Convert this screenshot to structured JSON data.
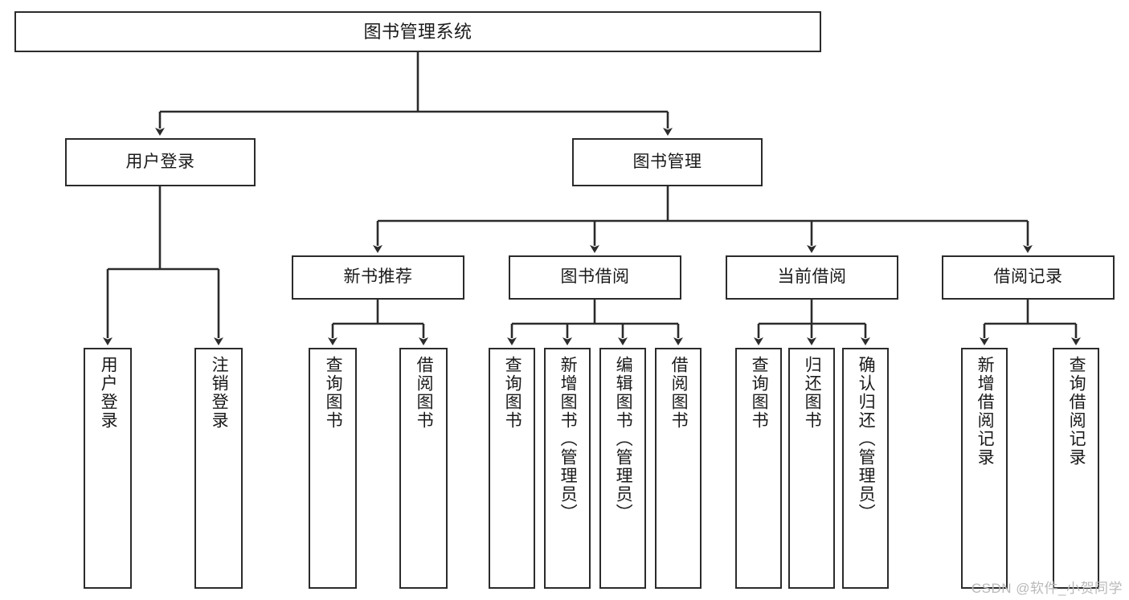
{
  "diagram": {
    "title": "图书管理系统",
    "type": "tree-hierarchy-diagram",
    "watermark": "CSDN @软件_小贺同学",
    "colors": {
      "stroke": "#2b2b2b",
      "fill": "#ffffff",
      "text": "#1a1a1a",
      "watermark": "#b9b9b9"
    },
    "nodes": {
      "root": {
        "label": "图书管理系统"
      },
      "level1": [
        {
          "id": "user-login",
          "label": "用户登录"
        },
        {
          "id": "book-manage",
          "label": "图书管理"
        }
      ],
      "level2": [
        {
          "id": "new-book-rec",
          "label": "新书推荐"
        },
        {
          "id": "book-borrow",
          "label": "图书借阅"
        },
        {
          "id": "current-borrow",
          "label": "当前借阅"
        },
        {
          "id": "borrow-record",
          "label": "借阅记录"
        }
      ],
      "leaves": {
        "user_login": [
          {
            "id": "leaf-user-login",
            "label": "用户登录"
          },
          {
            "id": "leaf-logout-login",
            "label": "注销登录"
          }
        ],
        "new_book_rec": [
          {
            "id": "leaf-query-book-1",
            "label": "查询图书"
          },
          {
            "id": "leaf-borrow-book-1",
            "label": "借阅图书"
          }
        ],
        "book_borrow": [
          {
            "id": "leaf-query-book-2",
            "label": "查询图书"
          },
          {
            "id": "leaf-add-book",
            "label": "新增图书（管理员）"
          },
          {
            "id": "leaf-edit-book",
            "label": "编辑图书（管理员）"
          },
          {
            "id": "leaf-borrow-book-2",
            "label": "借阅图书"
          }
        ],
        "current_borrow": [
          {
            "id": "leaf-query-book-3",
            "label": "查询图书"
          },
          {
            "id": "leaf-return-book",
            "label": "归还图书"
          },
          {
            "id": "leaf-confirm-return",
            "label": "确认归还（管理员）"
          }
        ],
        "borrow_record": [
          {
            "id": "leaf-add-record",
            "label": "新增借阅记录"
          },
          {
            "id": "leaf-query-record",
            "label": "查询借阅记录"
          }
        ]
      }
    }
  }
}
